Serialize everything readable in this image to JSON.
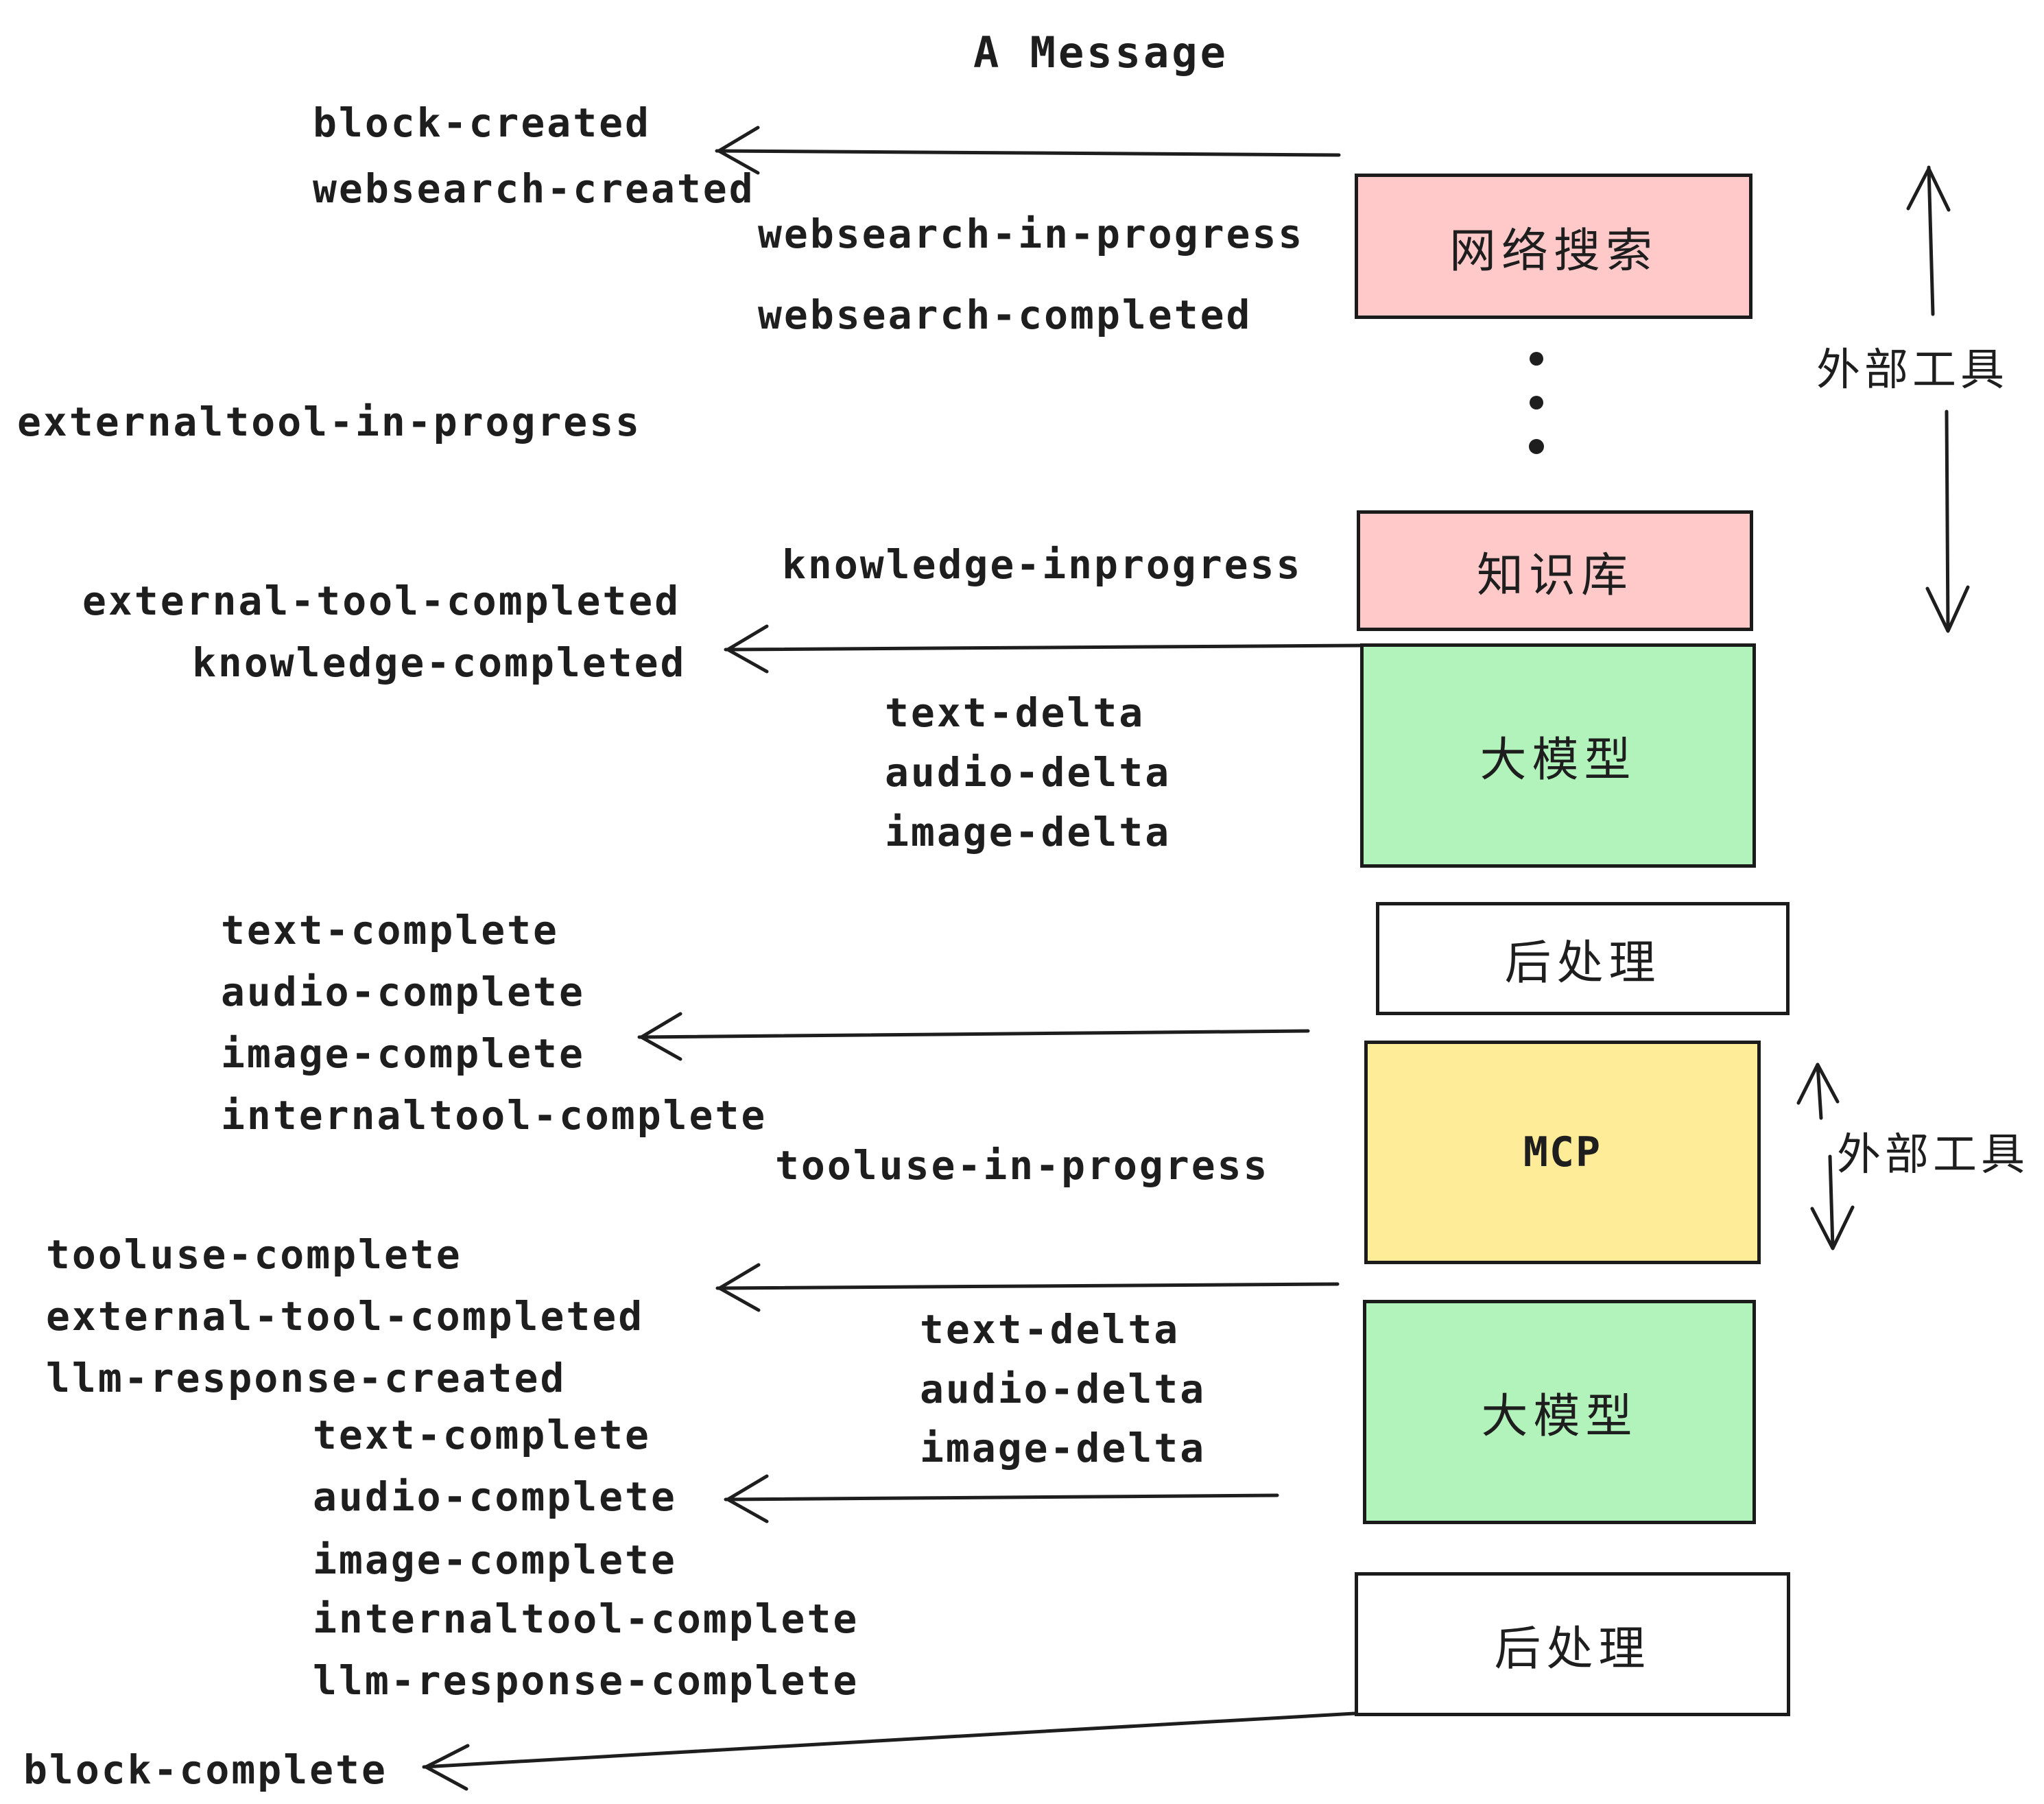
{
  "title": "A Message",
  "boxes": [
    {
      "label": "网络搜索",
      "color": "#ffc9c9"
    },
    {
      "label": "知识库",
      "color": "#ffc9c9"
    },
    {
      "label": "大模型",
      "color": "#b2f2bb"
    },
    {
      "label": "后处理",
      "color": "#ffffff"
    },
    {
      "label": "MCP",
      "color": "#ffec99"
    },
    {
      "label": "大模型",
      "color": "#b2f2bb"
    },
    {
      "label": "后处理",
      "color": "#ffffff"
    }
  ],
  "events": {
    "block_created": "block-created",
    "websearch_created": "websearch-created",
    "websearch_in_progress": "websearch-in-progress",
    "websearch_completed": "websearch-completed",
    "externaltool_in_progress": "externaltool-in-progress",
    "knowledge_inprogress": "knowledge-inprogress",
    "external_tool_completed": "external-tool-completed",
    "knowledge_completed": "knowledge-completed",
    "text_delta": "text-delta",
    "audio_delta": "audio-delta",
    "image_delta": "image-delta",
    "text_complete": "text-complete",
    "audio_complete": "audio-complete",
    "image_complete": "image-complete",
    "internaltool_complete": "internaltool-complete",
    "tooluse_in_progress": "tooluse-in-progress",
    "tooluse_complete": "tooluse-complete",
    "llm_response_created": "llm-response-created",
    "llm_response_complete": "llm-response-complete",
    "block_complete": "block-complete"
  },
  "annotations": {
    "external_tools": "外部工具"
  },
  "colors": {
    "stroke": "#1e1e1e",
    "box_pink": "#ffc9c9",
    "box_green": "#b2f2bb",
    "box_yellow": "#ffec99",
    "box_white": "#ffffff",
    "background": "#ffffff"
  }
}
